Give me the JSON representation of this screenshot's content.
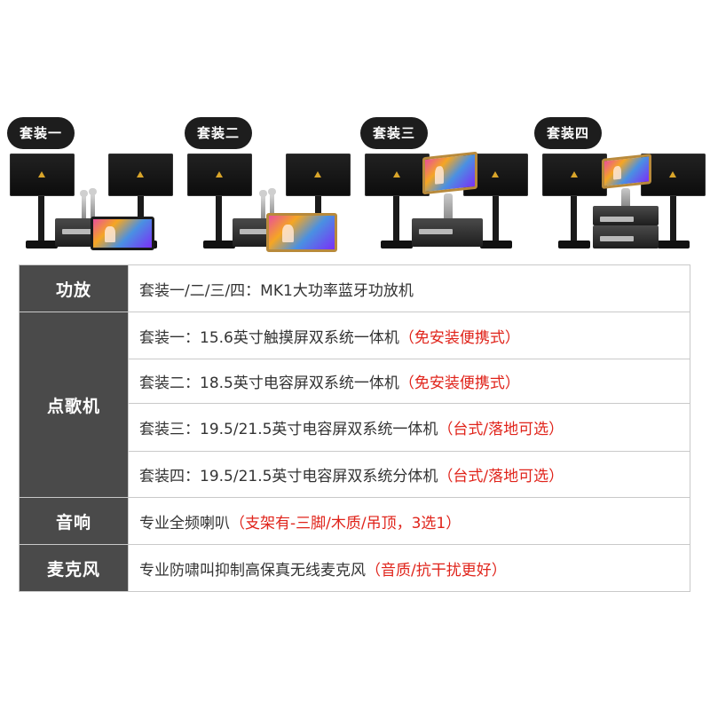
{
  "packages": [
    {
      "label": "套装一"
    },
    {
      "label": "套装二"
    },
    {
      "label": "套装三"
    },
    {
      "label": "套装四"
    }
  ],
  "table": {
    "amp": {
      "header": "功放",
      "text": "套装一/二/三/四：MK1大功率蓝牙功放机"
    },
    "player": {
      "header": "点歌机",
      "rows": [
        {
          "text": "套装一：15.6英寸触摸屏双系统一体机",
          "note": "（免安装便携式）"
        },
        {
          "text": "套装二：18.5英寸电容屏双系统一体机",
          "note": "（免安装便携式）"
        },
        {
          "text": "套装三：19.5/21.5英寸电容屏双系统一体机",
          "note": "（台式/落地可选）"
        },
        {
          "text": "套装四：19.5/21.5英寸电容屏双系统分体机",
          "note": "（台式/落地可选）"
        }
      ]
    },
    "speaker": {
      "header": "音响",
      "text": "专业全频喇叭",
      "note": "（支架有-三脚/木质/吊顶，3选1）"
    },
    "mic": {
      "header": "麦克风",
      "text": "专业防啸叫抑制高保真无线麦克风",
      "note": "（音质/抗干扰更好）"
    }
  },
  "colors": {
    "header_bg": "#4a4a4a",
    "accent_red": "#e0241b",
    "pill_bg": "#1d1d1d"
  }
}
